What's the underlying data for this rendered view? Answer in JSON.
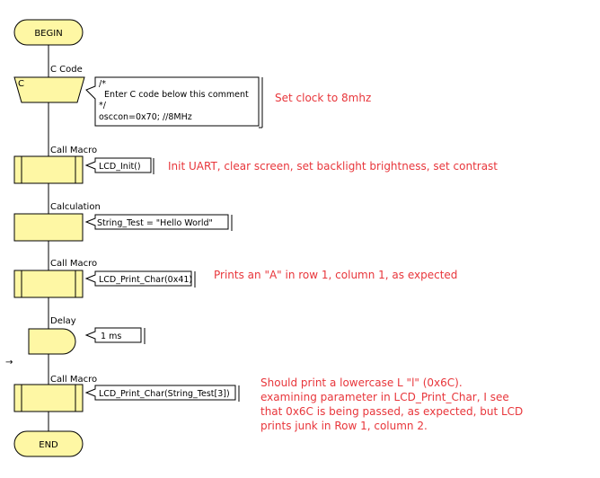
{
  "flow": {
    "begin": "BEGIN",
    "end": "END",
    "side_arrow": "→",
    "blocks": [
      {
        "kind": "c_code",
        "label": "C Code",
        "icon": "C",
        "note_lines": [
          "/*",
          "  Enter C code below this comment",
          "*/",
          "osccon=0x70; //8MHz"
        ],
        "comment_lines": [
          "Set clock to 8mhz"
        ]
      },
      {
        "kind": "macro",
        "label": "Call Macro",
        "note_lines": [
          "LCD_Init()"
        ],
        "comment_lines": [
          "Init UART, clear screen, set backlight brightness, set contrast"
        ]
      },
      {
        "kind": "calc",
        "label": "Calculation",
        "note_lines": [
          "String_Test = \"Hello World\""
        ],
        "comment_lines": []
      },
      {
        "kind": "macro",
        "label": "Call Macro",
        "note_lines": [
          "LCD_Print_Char(0x41)"
        ],
        "comment_lines": [
          "Prints an \"A\" in row 1, column 1, as expected"
        ]
      },
      {
        "kind": "delay",
        "label": "Delay",
        "note_lines": [
          "1 ms"
        ],
        "comment_lines": []
      },
      {
        "kind": "macro",
        "label": "Call Macro",
        "note_lines": [
          "LCD_Print_Char(String_Test[3])"
        ],
        "comment_lines": [
          "Should print a lowercase L \"l\" (0x6C).",
          "examining parameter in LCD_Print_Char, I see",
          "that 0x6C is being passed, as expected, but LCD",
          "prints junk in Row 1, column 2."
        ]
      }
    ]
  }
}
